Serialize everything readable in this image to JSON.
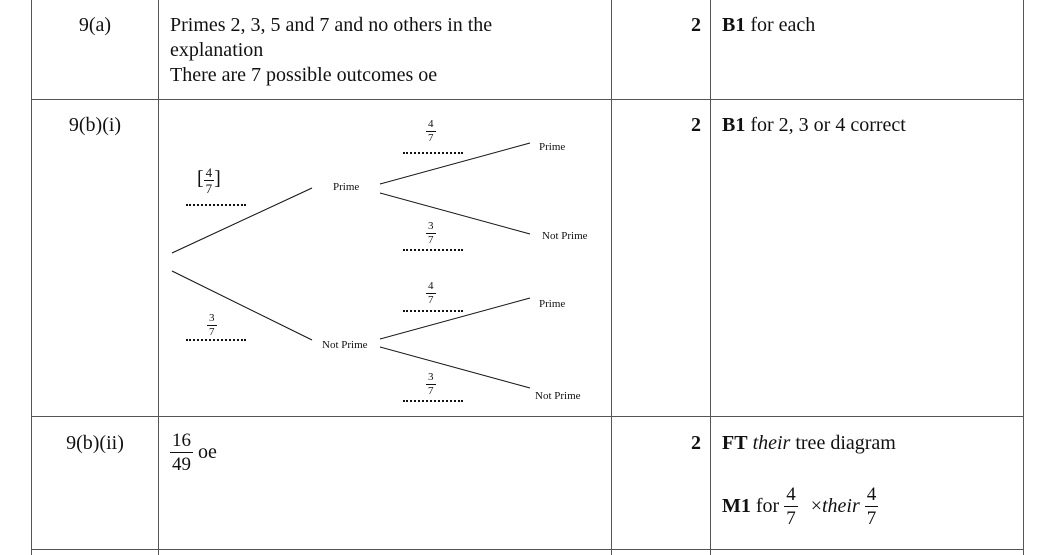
{
  "rows": [
    {
      "question": "9(a)",
      "answer_lines": [
        "Primes 2, 3, 5 and 7 and no others in the",
        "explanation",
        "There are 7 possible outcomes oe"
      ],
      "marks": "2",
      "guidance": {
        "bold": "B1",
        "rest": " for each"
      }
    },
    {
      "question": "9(b)(i)",
      "marks": "2",
      "guidance": {
        "bold": "B1",
        "rest": " for 2, 3 or 4 correct"
      },
      "tree": {
        "first_prime_label": "Prime",
        "first_notprime_label": "Not Prime",
        "first_prime_prob": {
          "num": "4",
          "den": "7"
        },
        "first_notprime_prob": {
          "num": "3",
          "den": "7"
        },
        "second_branches": [
          {
            "label": "Prime",
            "num": "4",
            "den": "7"
          },
          {
            "label": "Not Prime",
            "num": "3",
            "den": "7"
          },
          {
            "label": "Prime",
            "num": "4",
            "den": "7"
          },
          {
            "label": "Not Prime",
            "num": "3",
            "den": "7"
          }
        ]
      }
    },
    {
      "question": "9(b)(ii)",
      "answer": {
        "num": "16",
        "den": "49",
        "suffix": "oe"
      },
      "marks": "2",
      "guidance_line1": {
        "bold": "FT",
        "italic": "their",
        "rest": " tree diagram"
      },
      "guidance_line2": {
        "bold": "M1",
        "pre": " for ",
        "frac1": {
          "num": "4",
          "den": "7"
        },
        "mid": "×",
        "italic": "their",
        "frac2": {
          "num": "4",
          "den": "7"
        }
      }
    }
  ]
}
